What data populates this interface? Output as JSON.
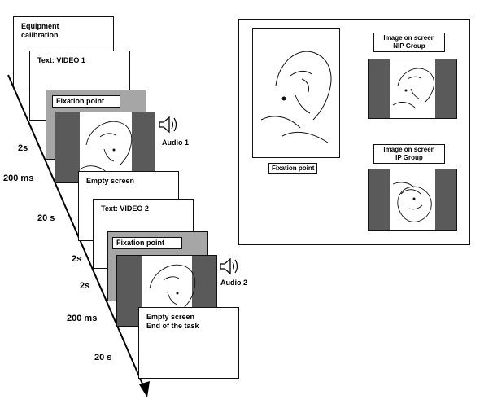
{
  "frames": {
    "calibration": "Equipment\ncalibration",
    "video1_text": "Text: VIDEO 1",
    "fixation1": "Fixation point",
    "empty1": "Empty screen",
    "video2_text": "Text: VIDEO 2",
    "fixation2": "Fixation point",
    "empty_end": "Empty screen\nEnd of the task"
  },
  "audio": {
    "a1": "Audio 1",
    "a2": "Audio 2"
  },
  "timings": {
    "t1": "2s",
    "t2": "200 ms",
    "t3": "20 s",
    "t4": "2s",
    "t5": "2s",
    "t6": "200 ms",
    "t7": "20 s"
  },
  "inset": {
    "fixation_label": "Fixation point",
    "nip_label": "Image on screen\nNIP Group",
    "ip_label": "Image on screen\nIP Group"
  },
  "colors": {
    "gray_frame": "#a6a6a6",
    "side_bar": "#5a5a5a"
  }
}
